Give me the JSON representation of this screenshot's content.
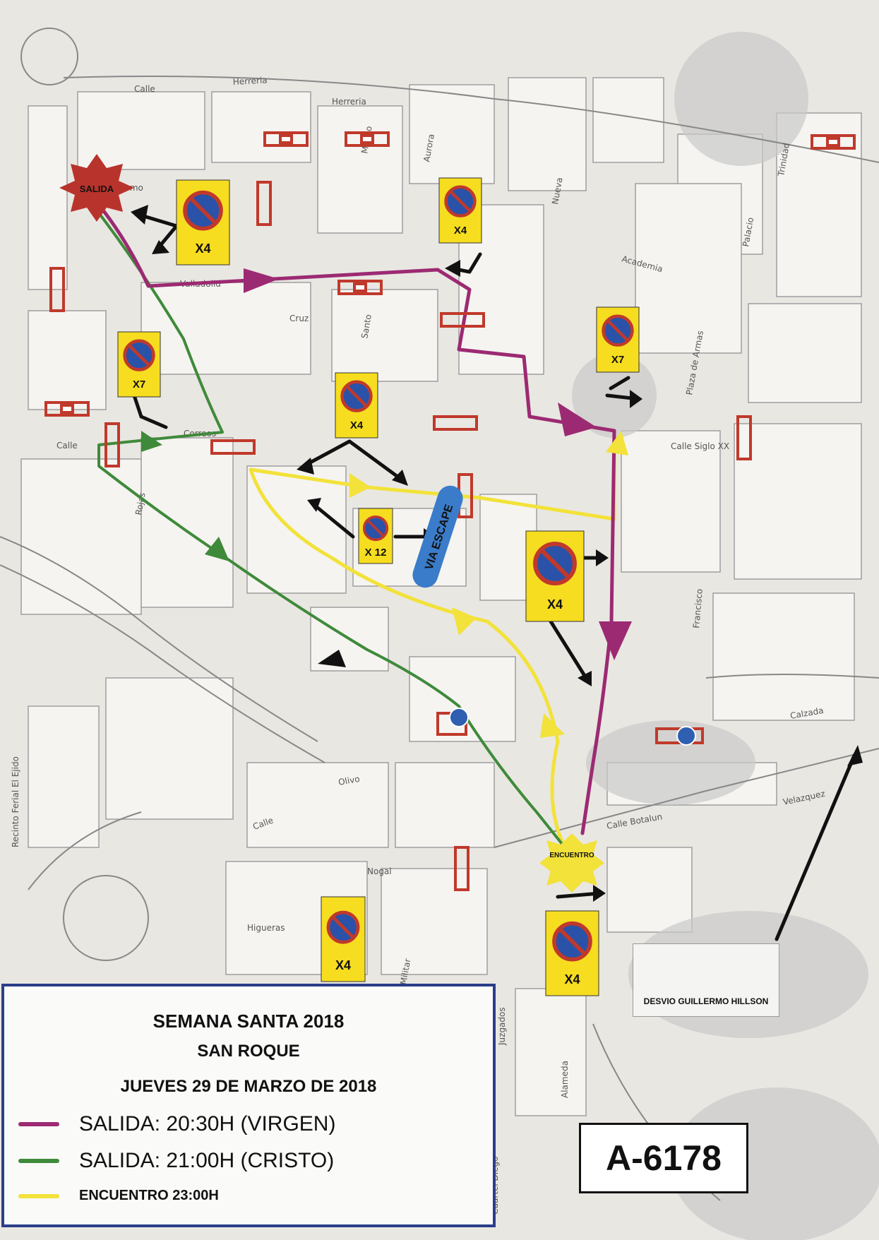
{
  "map": {
    "start_label": "SALIDA",
    "meeting_label": "ENCUENTRO",
    "escape_label": "VIA ESCAPE",
    "detour_label": "DESVIO GUILLERMO HILLSON",
    "code": "A-6178",
    "colors": {
      "virgen": "#9c2a72",
      "cristo": "#3f8a3a",
      "encuentro": "#f2e23a",
      "sign_bg": "#f6dd1f",
      "barrier": "#c0392b",
      "escape": "#3a7cc9"
    },
    "parking_signs": [
      {
        "label": "X4"
      },
      {
        "label": "X4"
      },
      {
        "label": "X7"
      },
      {
        "label": "X4"
      },
      {
        "label": "X4"
      },
      {
        "label": "X7"
      },
      {
        "label": "X 12"
      },
      {
        "label": "X4"
      },
      {
        "label": "X4"
      }
    ],
    "streets": [
      "Herreria",
      "Calle",
      "Herreria",
      "Molino",
      "Aurora",
      "Lomo",
      "Valladolid",
      "Cruz",
      "Santo",
      "Correos",
      "Calle",
      "Rojas",
      "Olivo",
      "Calle",
      "Nogal",
      "Higueras",
      "Militar",
      "Juzgados",
      "Alameda",
      "Calle Botalun",
      "Calzada",
      "Velazquez",
      "Francisco",
      "Calle Siglo XX",
      "Plaza de Armas",
      "Recinto Ferial El Ejido",
      "Palacio",
      "Trinidad",
      "Nueva",
      "Academia",
      "Cuartel Diego"
    ]
  },
  "legend": {
    "title": "SEMANA SANTA 2018",
    "subtitle": "SAN ROQUE",
    "date": "JUEVES 29 DE MARZO DE 2018",
    "items": [
      {
        "label": "SALIDA: 20:30H (VIRGEN)",
        "color": "#9c2a72"
      },
      {
        "label": "SALIDA: 21:00H (CRISTO)",
        "color": "#3f8a3a"
      },
      {
        "label": "ENCUENTRO 23:00H",
        "color": "#f2e23a"
      }
    ]
  }
}
